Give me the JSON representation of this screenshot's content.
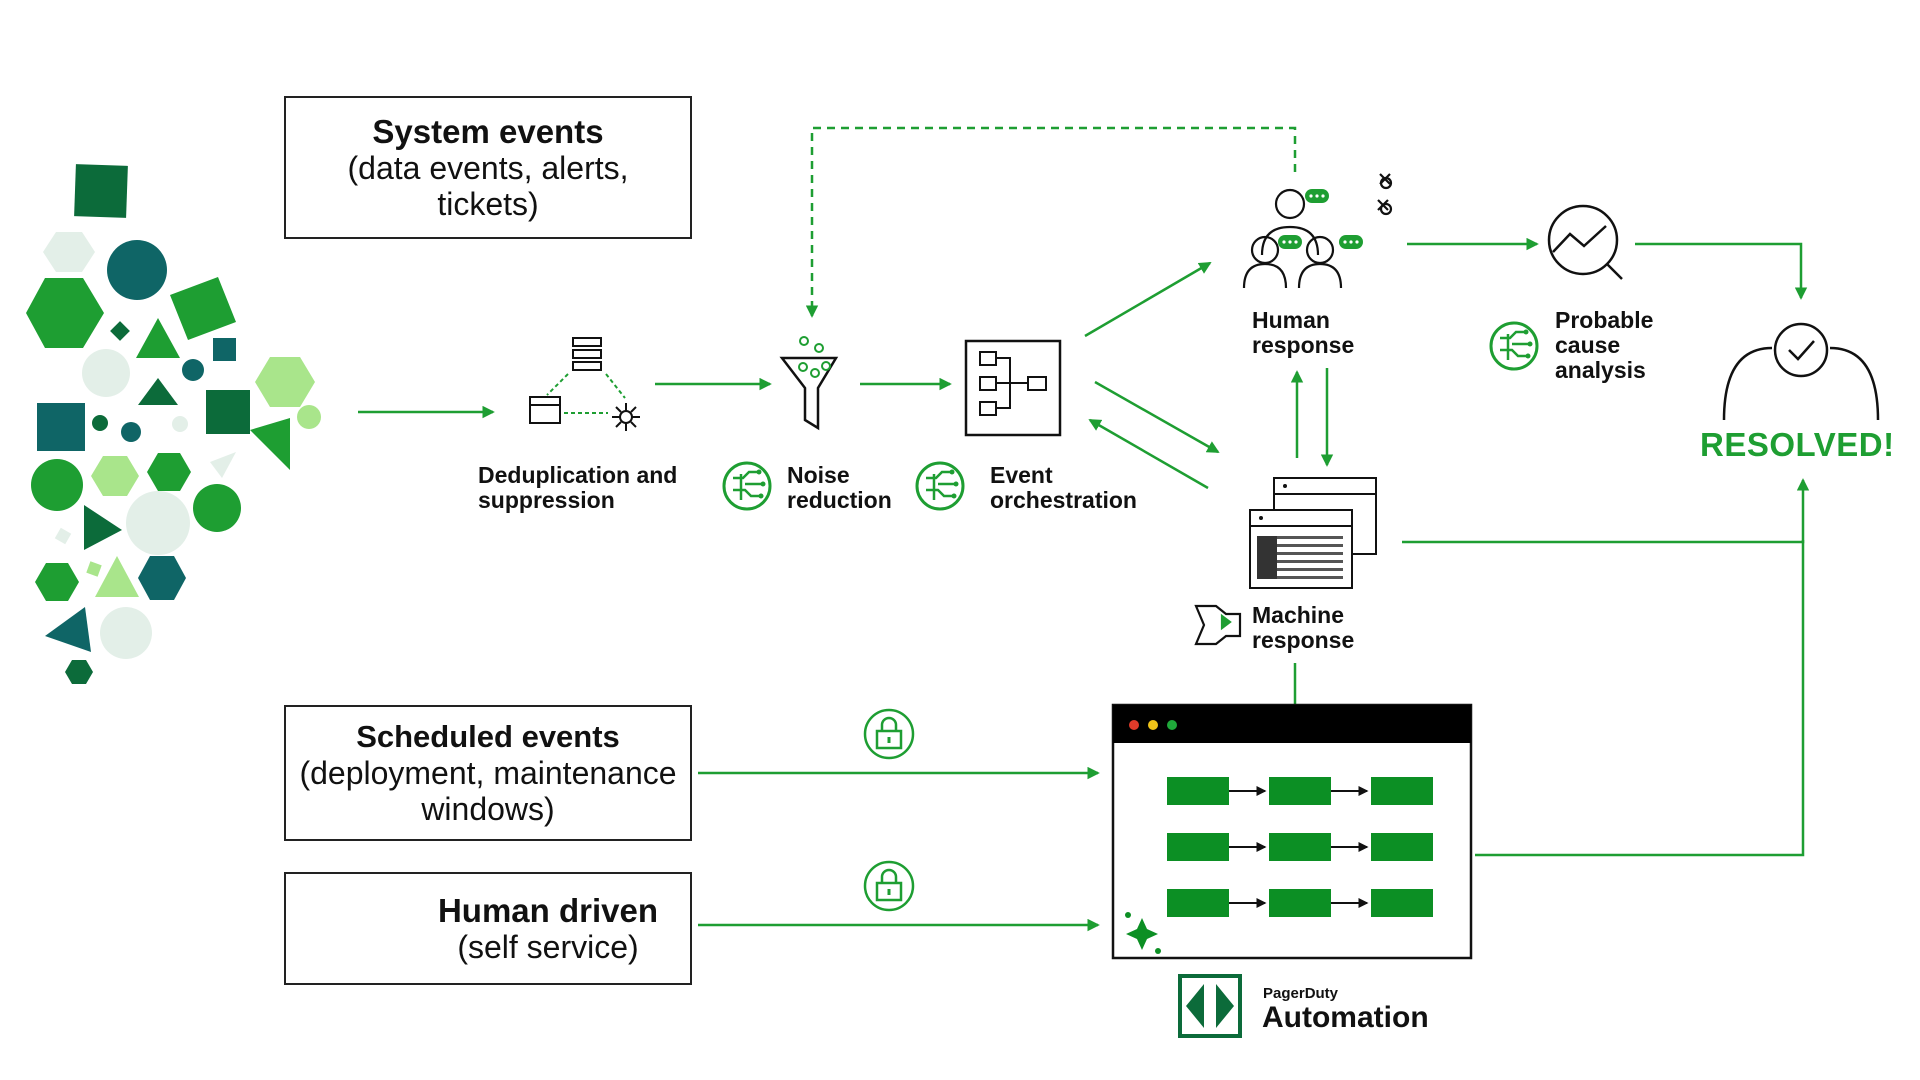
{
  "sources": {
    "system": {
      "title": "System events",
      "subtitle": "(data events, alerts, tickets)"
    },
    "scheduled": {
      "title": "Scheduled events",
      "subtitle": "(deployment, maintenance windows)"
    },
    "human": {
      "title": "Human driven",
      "subtitle": "(self service)"
    }
  },
  "steps": {
    "dedup": "Deduplication and suppression",
    "noise": "Noise reduction",
    "orchestration": "Event orchestration",
    "human_response": "Human response",
    "machine_response": "Machine response",
    "probable_cause": "Probable cause analysis"
  },
  "outcome": "RESOLVED!",
  "brand": {
    "small": "PagerDuty",
    "big": "Automation"
  },
  "colors": {
    "green": "#1e9e32",
    "dark_green": "#0c6b3a",
    "teal": "#0f6566",
    "light_green": "#a9e58b",
    "pale": "#e3efe8",
    "automation_green": "#0c8f24"
  },
  "icons": [
    "server-cluster-icon",
    "funnel-icon",
    "flow-chart-icon",
    "people-chat-icon",
    "chart-magnifier-icon",
    "check-person-icon",
    "brain-ai-icon",
    "terminal-windows-icon",
    "runbook-icon",
    "lock-icon",
    "person-chat-icon",
    "pagerduty-logo-icon"
  ]
}
